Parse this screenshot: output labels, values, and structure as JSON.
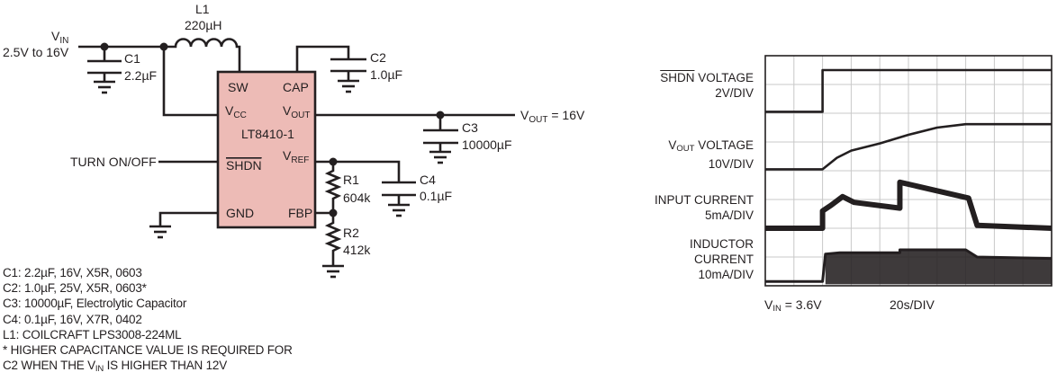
{
  "schematic": {
    "ic": {
      "part_number": "LT8410-1",
      "fill_color": "#edbbb6",
      "pins": {
        "sw": "SW",
        "cap": "CAP",
        "vcc_main": "V",
        "vcc_sub": "CC",
        "vout_main": "V",
        "vout_sub": "OUT",
        "shdn": "SHDN",
        "vref_main": "V",
        "vref_sub": "REF",
        "gnd": "GND",
        "fbp": "FBP"
      }
    },
    "vin": {
      "label_main": "V",
      "label_sub": "IN",
      "range": "2.5V to 16V"
    },
    "vout": {
      "label_main": "V",
      "label_sub": "OUT",
      "value": " = 16V"
    },
    "turn_on_off": "TURN ON/OFF",
    "components": {
      "L1": {
        "ref": "L1",
        "value": "220µH"
      },
      "C1": {
        "ref": "C1",
        "value": "2.2µF"
      },
      "C2": {
        "ref": "C2",
        "value": "1.0µF"
      },
      "C3": {
        "ref": "C3",
        "value": "10000µF"
      },
      "C4": {
        "ref": "C4",
        "value": "0.1µF"
      },
      "R1": {
        "ref": "R1",
        "value": "604k"
      },
      "R2": {
        "ref": "R2",
        "value": "412k"
      }
    },
    "wire_color": "#231f20"
  },
  "notes": {
    "lines": [
      "C1: 2.2µF, 16V, X5R, 0603",
      "C2: 1.0µF, 25V, X5R, 0603*",
      "C3: 10000µF, Electrolytic Capacitor",
      "C4: 0.1µF, 16V, X7R, 0402",
      "L1: COILCRAFT  LPS3008-224ML",
      "* HIGHER CAPACITANCE VALUE IS REQUIRED FOR"
    ],
    "last_line_before": "C2 WHEN THE V",
    "last_line_sub": "IN",
    "last_line_after": " IS HIGHER THAN 12V"
  },
  "scope": {
    "grid": {
      "divisions_x": 10,
      "divisions_y": 8
    },
    "channels": [
      {
        "id": "shdn",
        "label_overline": "SHDN",
        "label_rest": " VOLTAGE",
        "scale": "2V/DIV"
      },
      {
        "id": "vout",
        "label_main": "V",
        "label_sub": "OUT",
        "label_rest": " VOLTAGE",
        "scale": "10V/DIV"
      },
      {
        "id": "iin",
        "label": "INPUT CURRENT",
        "scale": "5mA/DIV"
      },
      {
        "id": "il",
        "label_line1": "INDUCTOR",
        "label_line2": "CURRENT",
        "scale": "10mA/DIV"
      }
    ],
    "footer": {
      "vin_main": "V",
      "vin_sub": "IN",
      "vin_value": " = 3.6V",
      "timebase": "20s/DIV"
    },
    "trace_color": "#231f20",
    "grid_color": "#c8c8c8"
  },
  "chart_data": {
    "type": "line",
    "title": "",
    "xlabel": "20s/DIV",
    "ylabel": "",
    "x_unit": "divisions",
    "xlim": [
      0,
      10
    ],
    "ylim": [
      0,
      8
    ],
    "grid": true,
    "annotations": [
      "V_IN = 3.6V",
      "20s/DIV"
    ],
    "series": [
      {
        "name": "SHDN VOLTAGE (2V/DIV)",
        "points": [
          [
            0,
            6.05
          ],
          [
            2.0,
            6.05
          ],
          [
            2.0,
            7.5
          ],
          [
            10,
            7.5
          ]
        ]
      },
      {
        "name": "VOUT VOLTAGE (10V/DIV)",
        "points": [
          [
            0,
            4.05
          ],
          [
            2.0,
            4.05
          ],
          [
            2.5,
            4.45
          ],
          [
            3.0,
            4.7
          ],
          [
            4.0,
            4.95
          ],
          [
            5.0,
            5.25
          ],
          [
            6.0,
            5.5
          ],
          [
            7.0,
            5.62
          ],
          [
            10,
            5.62
          ]
        ]
      },
      {
        "name": "INPUT CURRENT (5mA/DIV)",
        "points": [
          [
            0,
            2.0
          ],
          [
            2.0,
            2.0
          ],
          [
            2.0,
            2.6
          ],
          [
            2.3,
            2.8
          ],
          [
            2.7,
            3.1
          ],
          [
            3.1,
            2.9
          ],
          [
            4.7,
            2.7
          ],
          [
            4.7,
            3.6
          ],
          [
            7.1,
            3.05
          ],
          [
            7.4,
            2.1
          ],
          [
            10,
            2.0
          ]
        ]
      },
      {
        "name": "INDUCTOR CURRENT (10mA/DIV)",
        "points": [
          [
            0,
            0.15
          ],
          [
            2.0,
            0.15
          ],
          [
            2.1,
            1.1
          ],
          [
            2.6,
            1.15
          ],
          [
            4.7,
            1.15
          ],
          [
            4.7,
            1.25
          ],
          [
            7.0,
            1.25
          ],
          [
            7.4,
            1.0
          ],
          [
            10,
            0.95
          ]
        ]
      }
    ]
  }
}
